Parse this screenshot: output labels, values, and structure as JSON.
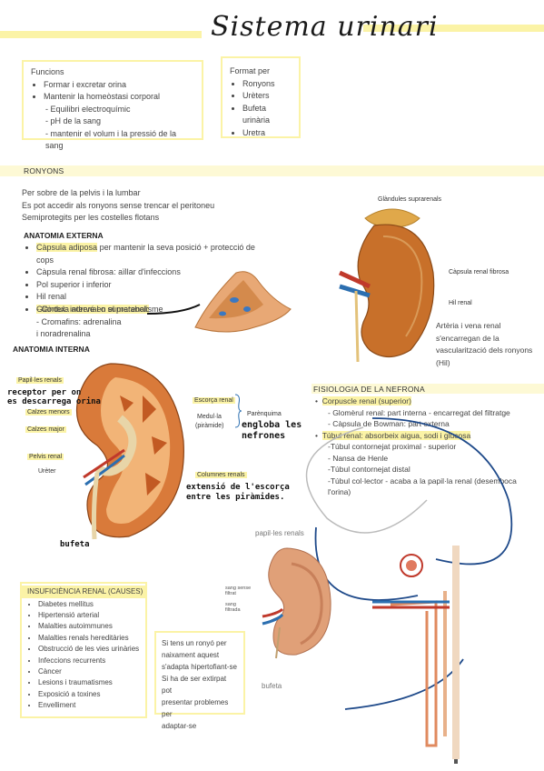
{
  "title": "Sistema urinari",
  "funcions": {
    "heading": "Funcions",
    "items": [
      "Formar i excretar orina",
      "Mantenir la homeòstasi corporal"
    ],
    "subitems": [
      "- Equilibri electroquímic",
      "- pH de la sang",
      "- mantenir el volum i la pressió de la sang"
    ]
  },
  "format_per": {
    "heading": "Format per",
    "items": [
      "Ronyons",
      "Urèters",
      "Bufeta urinària",
      "Uretra"
    ]
  },
  "ronyons": {
    "section_label": "RONYONS",
    "intro": [
      "Per sobre de la pelvis i la lumbar",
      "Es pot accedir als ronyons sense trencar el peritoneu",
      "Semiprotegits per les costelles flotans"
    ],
    "anatomia_externa": "ANATOMIA EXTERNA",
    "externa_items": [
      {
        "label": "Càpsula adiposa",
        "rest": " per mantenir la seva posició  + protecció de cops"
      },
      {
        "label": "Càpsula renal fibrosa",
        "rest": ": aïllar d'infeccions"
      },
      {
        "label": "Pol superior i inferior",
        "rest": ""
      },
      {
        "label": "Hil renal",
        "rest": ""
      },
      {
        "label": "Glàndula adrenal o suprarenal:",
        "rest": ""
      }
    ],
    "adrenal_sub": [
      "- Còrtex: intervé en el metabolisme",
      "- Cromafins: adrenalina",
      "  i noradrenalina"
    ],
    "anatomia_interna": "ANATOMIA INTERNA"
  },
  "kidney_external_labels": {
    "glandules": "Glàndules suprarenals",
    "capsula": "Càpsula renal fibrosa",
    "hil": "Hil renal",
    "note": [
      "Artèria i vena renal",
      "s'encarregan de la",
      "vascularització dels ronyons",
      "(Hil)"
    ]
  },
  "kidney_internal_labels": {
    "papil": "Papil·les renals",
    "calzes_menors": "Calzes menors",
    "calzes_major": "Calzes major",
    "pelvis": "Pelvis renal",
    "ureter": "Urèter",
    "escorca": "Escorça renal",
    "medulla": "Medul·la",
    "piramide": "(piràmide)",
    "parenquima": "Parènquima",
    "columnes": "Columnes renals",
    "hand_receptor": [
      "receptor per on",
      "es descarrega orina"
    ],
    "hand_engloba": [
      "engloba les",
      "nefrones"
    ],
    "hand_extensio": [
      "extensió de l'escorça",
      "entre les piràmides."
    ],
    "hand_bufeta": "bufeta"
  },
  "nefrona": {
    "section_label": "FISIOLOGIA DE LA NEFRONA",
    "items": [
      {
        "text": "Corpuscle renal (superior)",
        "marked": "Corpuscle renal"
      },
      {
        "text": "Túbul renal: absorbeix aigua, sodi i glucosa",
        "marked": "Túbul renal"
      }
    ],
    "corpuscle_sub": [
      "- Glomèrul renal: part interna - encarregat del filtratge",
      "- Càpsula de Bowman: part externa"
    ],
    "tubul_sub": [
      "-Túbul contornejat proximal - superior",
      "- Nansa de Henle",
      "-Túbul contornejat distal",
      "-Túbul col·lector - acaba a la papil·la renal (desemboca",
      "l'orina)"
    ]
  },
  "bottom_labels": {
    "papil": "papil·les renals",
    "sang_sense": [
      "sang sense",
      "filtrat"
    ],
    "sang_filtrada": [
      "sang",
      "filtrada"
    ],
    "bufeta": "bufeta"
  },
  "insuficiencia": {
    "heading": "INSUFICIÈNCIA RENAL (CAUSES)",
    "items": [
      "Diabetes mellitus",
      "Hipertensió arterial",
      "Malalties autoimmunes",
      "Malalties renals hereditàries",
      "Obstrucció de les vies urinàries",
      "Infeccions recurrents",
      "Càncer",
      "Lesions i traumatismes",
      "Exposició a toxines",
      "Envelliment"
    ]
  },
  "note_box": [
    "Si tens un ronyó per",
    "naixament aquest",
    "s'adapta hipertofiant-se",
    "Si ha de ser extirpat pot",
    "presentar problemes per",
    "adaptar-se"
  ],
  "colors": {
    "highlight": "#fbf3a6",
    "kidney": "#c8702a",
    "artery": "#c0392b",
    "vein": "#2c6fb0",
    "ink": "#1f4a8a"
  }
}
